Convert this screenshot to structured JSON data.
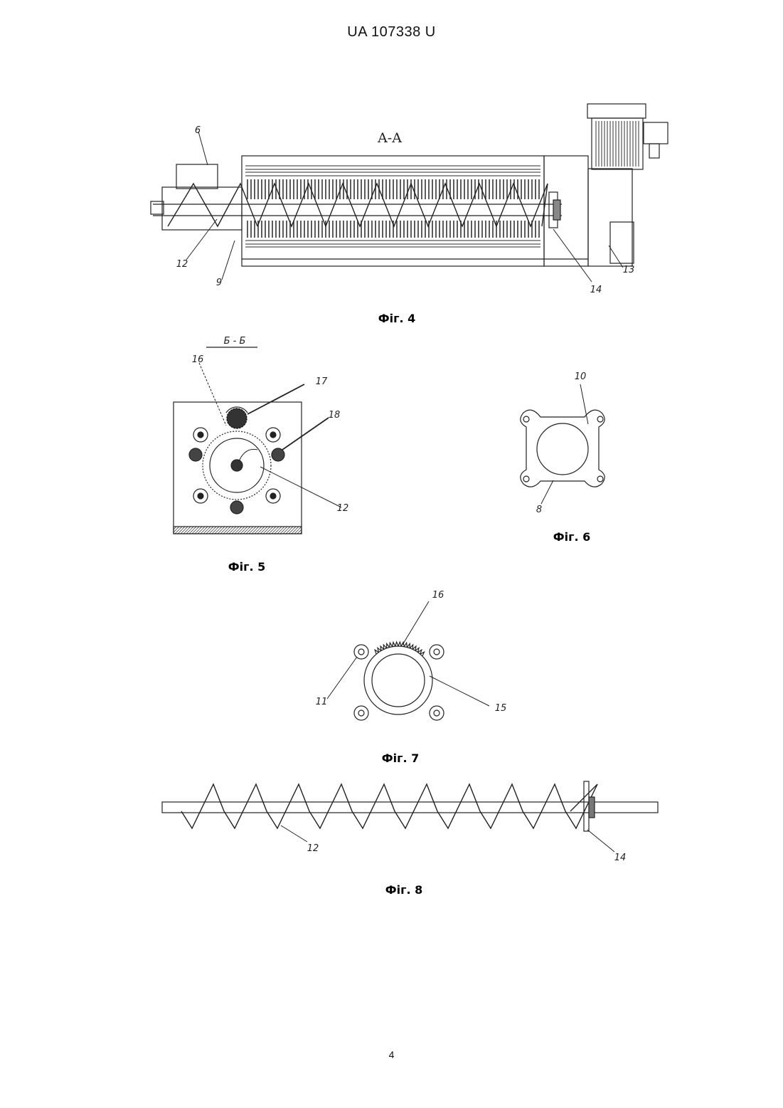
{
  "header": {
    "doc_number": "UA   107338   U"
  },
  "figures": [
    {
      "id": "fig4",
      "section": "A-A",
      "caption": "Фіг. 4",
      "labels": [
        "6",
        "12",
        "9",
        "14",
        "13"
      ]
    },
    {
      "id": "fig5",
      "section": "Б - Б",
      "caption": "Фіг. 5",
      "labels": [
        "16",
        "17",
        "18",
        "12"
      ]
    },
    {
      "id": "fig6",
      "caption": "Фіг. 6",
      "labels": [
        "10",
        "8"
      ]
    },
    {
      "id": "fig7",
      "caption": "Фіг. 7",
      "labels": [
        "16",
        "11",
        "15"
      ]
    },
    {
      "id": "fig8",
      "caption": "Фіг. 8",
      "labels": [
        "12",
        "14"
      ]
    }
  ],
  "footer": {
    "page_number": "4"
  }
}
